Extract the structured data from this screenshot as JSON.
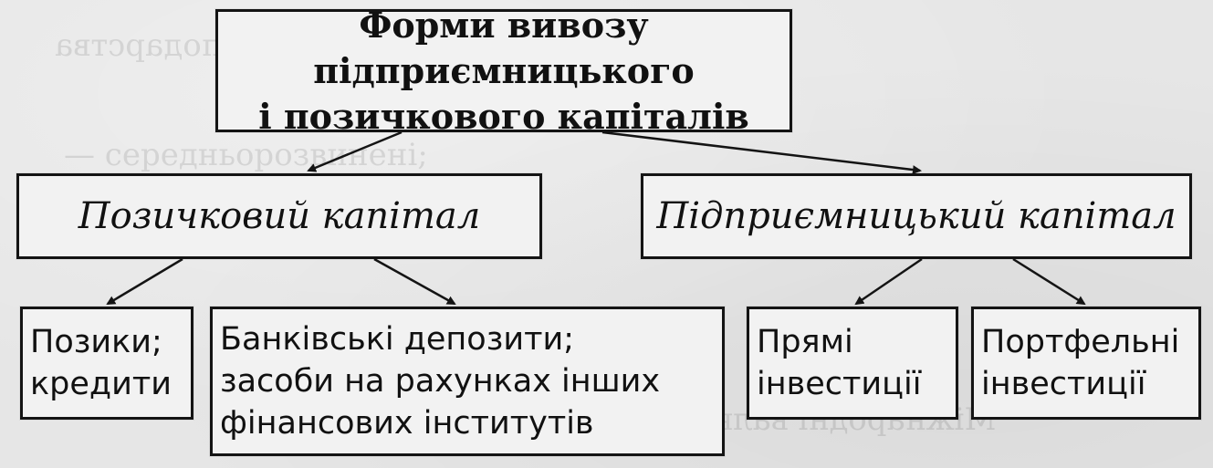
{
  "diagram": {
    "root": {
      "line1": "Форми вивозу підприємницького",
      "line2": "і позичкового капіталів"
    },
    "branches": [
      {
        "label": "Позичковий капітал"
      },
      {
        "label": "Підприємницький капітал"
      }
    ],
    "leaves": {
      "loans": {
        "line1": "Позики;",
        "line2": "кредити"
      },
      "deposits": {
        "line1": "Банківські депозити;",
        "line2": "засоби на рахунках інших",
        "line3": "фінансових інститутів"
      },
      "direct": {
        "line1": "Прямі",
        "line2": "інвестиції"
      },
      "portfolio": {
        "line1": "Портфельні",
        "line2": "інвестиції"
      }
    }
  },
  "colors": {
    "paper": "#e6e6e6",
    "ink": "#141414",
    "box_fill": "#f2f2f2"
  }
}
